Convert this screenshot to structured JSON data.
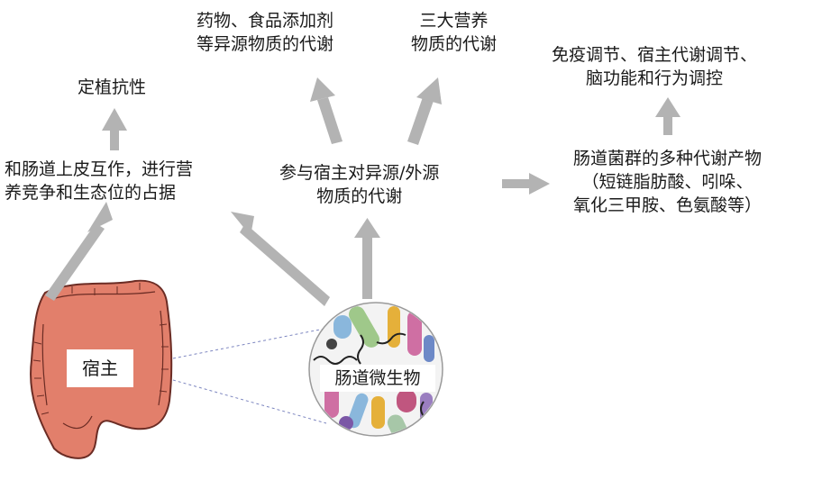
{
  "labels": {
    "colonization": [
      "定植抗性"
    ],
    "epithelial": [
      "和肠道上皮互作，进行营",
      "养竞争和生态位的占据"
    ],
    "drug": [
      "药物、食品添加剂",
      "等异源物质的代谢"
    ],
    "nutrients": [
      "三大营养",
      "物质的代谢"
    ],
    "participate": [
      "参与宿主对异源/外源",
      "物质的代谢"
    ],
    "immune": [
      "免疫调节、宿主代谢调节、",
      "脑功能和行为调控"
    ],
    "metabolites": [
      "肠道菌群的多种代谢产物",
      "（短链脂肪酸、吲哚、",
      "氧化三甲胺、色氨酸等）"
    ],
    "host": "宿主",
    "microbiota": "肠道微生物"
  },
  "colors": {
    "arrow": "#b3b3b3",
    "intestine": "#e27f6b",
    "intestine_outline": "#6b2c24",
    "dotted_line": "#7d86c0"
  }
}
